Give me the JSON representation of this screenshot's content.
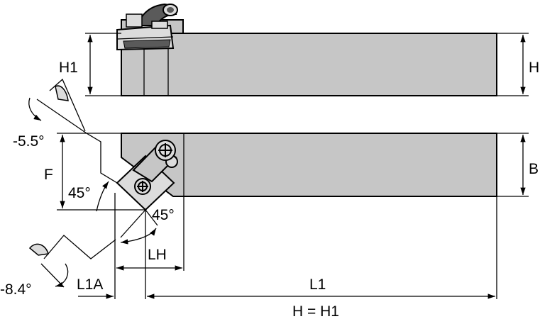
{
  "labels": {
    "h1": "H1",
    "h": "H",
    "b": "B",
    "f": "F",
    "angle_top": "-5.5°",
    "angle_bottom": "-8.4°",
    "angle_45_left": "45°",
    "angle_45_right": "45°",
    "lh": "LH",
    "l1a": "L1A",
    "l1": "L1",
    "h_eq_h1": "H = H1"
  },
  "colors": {
    "body_fill": "#c6c6c6",
    "clamp_dark": "#5a5a5a",
    "clamp_light": "#dcdcdc",
    "outline": "#000000",
    "background": "#ffffff"
  },
  "icons": {
    "top_clamp": "clamp-lever-icon",
    "top_insert": "insert-icon",
    "screw": "screw-icon"
  }
}
